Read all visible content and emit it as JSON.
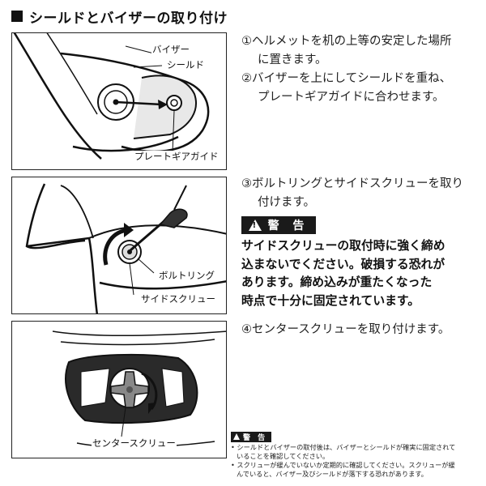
{
  "header": {
    "title": "シールドとバイザーの取り付け"
  },
  "panel1": {
    "labels": {
      "visor": "バイザー",
      "shield": "シールド",
      "plate_gear_guide": "プレートギアガイド"
    }
  },
  "panel2": {
    "labels": {
      "bolt_ring": "ボルトリング",
      "side_screw": "サイドスクリュー"
    }
  },
  "panel3": {
    "labels": {
      "center_screw": "センタースクリュー"
    }
  },
  "steps": {
    "step1": [
      "①ヘルメットを机の上等の安定した場所",
      "に置きます。"
    ],
    "step2": [
      "②バイザーを上にしてシールドを重ね、",
      "プレートギアガイドに合わせます。"
    ],
    "step3": [
      "③ボルトリングとサイドスクリューを取り",
      "付けます。"
    ],
    "step4": [
      "④センタースクリューを取り付けます。"
    ]
  },
  "warning": {
    "label": "警 告",
    "lines": [
      "サイドスクリューの取付時に強く締め",
      "込まないでください。破損する恐れが",
      "あります。締め込みが重たくなった",
      "時点で十分に固定されています。"
    ]
  },
  "small_warning": {
    "label": "警 告",
    "lines": [
      "• シールドとバイザーの取付後は、バイザーとシールドが確実に固定されて",
      "いることを確認してください。",
      "• スクリューが緩んでいないか定期的に確認してください。スクリューが緩",
      "んでいると、バイザー及びシールドが落下する恐れがあります。"
    ]
  }
}
